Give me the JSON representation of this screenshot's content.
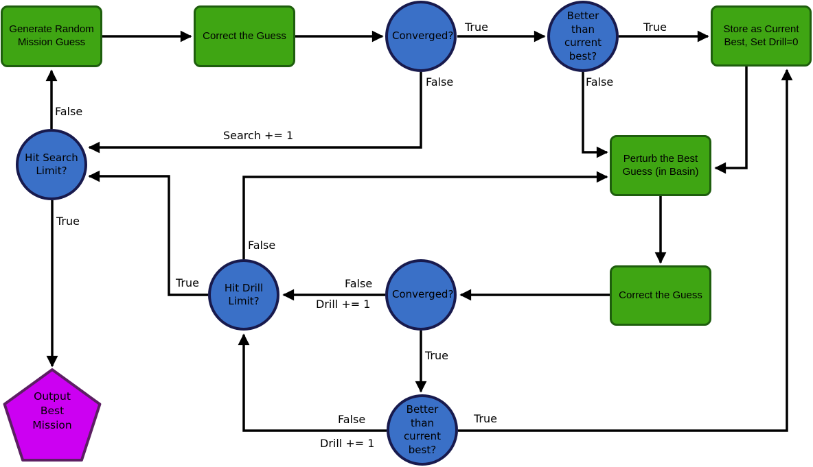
{
  "diagram": {
    "type": "flowchart",
    "background": "#ffffff",
    "colors": {
      "process_fill": "#3fa513",
      "process_border": "#1e5e0d",
      "decision_fill": "#3a70c7",
      "decision_border": "#181a4d",
      "terminal_fill": "#cc00f2",
      "terminal_border": "#5c1f63",
      "edge_color": "#000000",
      "text_color": "#000000"
    },
    "nodes": {
      "generate": {
        "label": "Generate Random Mission Guess",
        "shape": "rect"
      },
      "correct_top": {
        "label": "Correct the Guess",
        "shape": "rect"
      },
      "converged_top": {
        "label": "Converged?",
        "shape": "circle"
      },
      "better_top": {
        "label": "Better than current best?",
        "shape": "circle"
      },
      "store_best": {
        "label": "Store as Current Best, Set Drill=0",
        "shape": "rect"
      },
      "hit_search": {
        "label": "Hit Search Limit?",
        "shape": "circle"
      },
      "perturb": {
        "label": "Perturb the Best Guess (in Basin)",
        "shape": "rect"
      },
      "hit_drill": {
        "label": "Hit Drill Limit?",
        "shape": "circle"
      },
      "converged_mid": {
        "label": "Converged?",
        "shape": "circle"
      },
      "correct_bottom": {
        "label": "Correct the Guess",
        "shape": "rect"
      },
      "better_bottom": {
        "label": "Better than current best?",
        "shape": "circle"
      },
      "output": {
        "label": "Output Best Mission",
        "shape": "pentagon"
      }
    },
    "edge_labels": {
      "converged_top_true": "True",
      "better_top_true": "True",
      "converged_top_false": "False",
      "better_top_false": "False",
      "search_increment": "Search += 1",
      "hit_search_false": "False",
      "hit_search_true": "True",
      "hit_drill_false": "False",
      "hit_drill_true": "True",
      "converged_mid_false": "False",
      "drill_increment_mid": "Drill += 1",
      "converged_mid_true": "True",
      "better_bottom_false": "False",
      "drill_increment_bottom": "Drill += 1",
      "better_bottom_true": "True"
    }
  }
}
